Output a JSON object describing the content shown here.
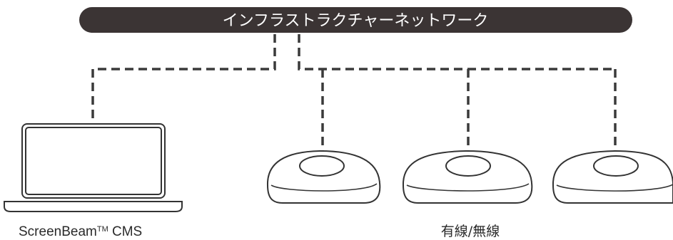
{
  "network": {
    "label": "インフラストラクチャーネットワーク"
  },
  "laptop": {
    "label": "ScreenBeam",
    "trademark": "TM",
    "label_suffix": " CMS"
  },
  "receivers": {
    "label": "有線/無線",
    "count": 3
  },
  "colors": {
    "network_bar": "#3b3434",
    "line": "#3a3a3a"
  }
}
